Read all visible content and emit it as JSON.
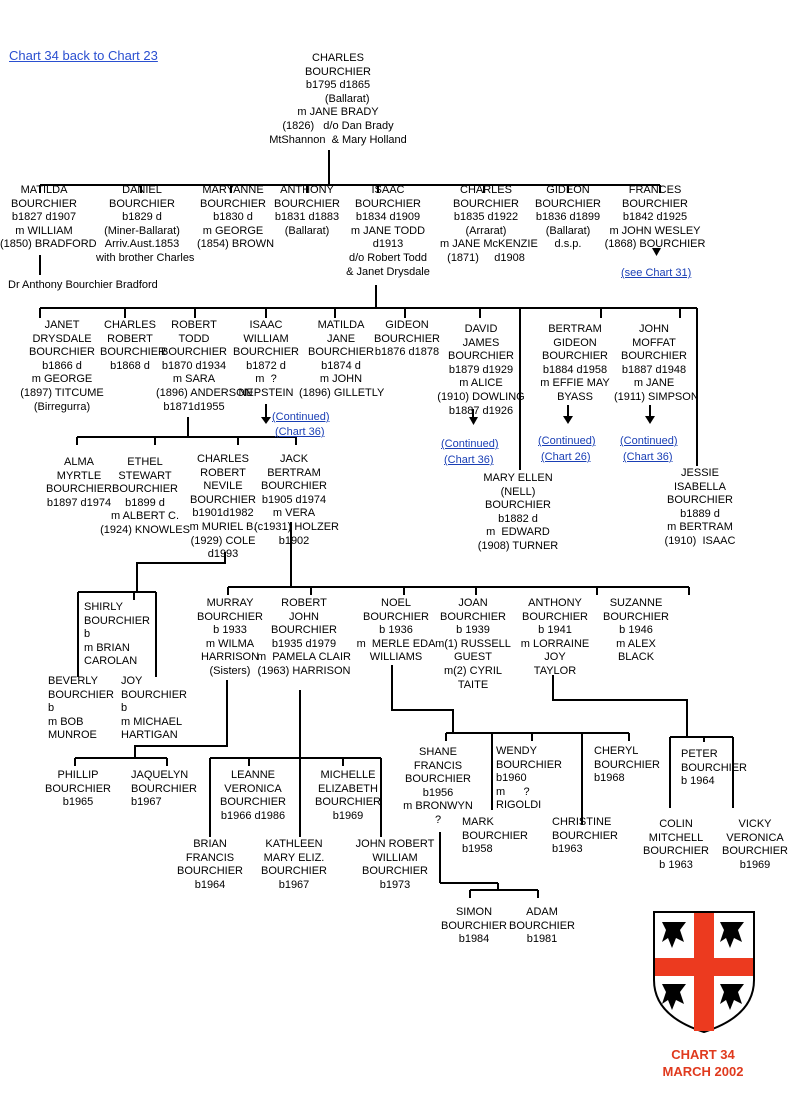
{
  "nav": {
    "back_link": "Chart 34 back to Chart 23"
  },
  "caption": {
    "line1": "CHART 34",
    "line2": "MARCH 2002",
    "color": "#e03a1e"
  },
  "colors": {
    "link": "#1a3fb5",
    "line": "#000000",
    "cross": "#ec3a1f"
  },
  "nodes": {
    "charles_1795": [
      "CHARLES",
      "BOURCHIER",
      "b1795 d1865",
      "      (Ballarat)",
      "m JANE BRADY",
      "(1826)   d/o Dan Brady",
      "MtShannon  & Mary Holland"
    ],
    "matilda_1827": [
      "MATILDA",
      "BOURCHIER",
      "b1827 d1907",
      "m WILLIAM",
      "(1850) BRADFORD"
    ],
    "dr_anthony": [
      "Dr Anthony Bourchier Bradford"
    ],
    "daniel_1829": [
      "DANIEL",
      "BOURCHIER",
      "b1829 d",
      "(Miner-Ballarat)",
      "Arriv.Aust.1853",
      "with brother Charles"
    ],
    "maryanne_1830": [
      "MARYANNE",
      "BOURCHIER",
      "b1830 d",
      "m GEORGE",
      "(1854) BROWN"
    ],
    "anthony_1831": [
      "ANTHONY",
      "BOURCHIER",
      "b1831 d1883",
      "(Ballarat)"
    ],
    "isaac_1834": [
      "ISAAC",
      "BOURCHIER",
      "b1834 d1909",
      "m JANE TODD",
      "d1913",
      "d/o Robert Todd",
      "& Janet Drysdale"
    ],
    "charles_1835": [
      "CHARLES",
      "BOURCHIER",
      "b1835 d1922",
      "(Arrarat)",
      "m JANE McKENZIE",
      "(1871)     d1908"
    ],
    "gideon_1836": [
      "GIDEON",
      "BOURCHIER",
      "b1836 d1899",
      "(Ballarat)",
      "d.s.p."
    ],
    "frances_1842": [
      "FRANCES",
      "BOURCHIER",
      "b1842 d1925",
      "m JOHN WESLEY",
      "(1868) BOURCHIER"
    ],
    "janet_1866": [
      "JANET",
      "DRYSDALE",
      "BOURCHIER",
      "b1866 d",
      "m GEORGE",
      "(1897) TITCUME",
      "(Birregurra)"
    ],
    "charles_1868": [
      "CHARLES",
      "ROBERT",
      "BOURCHIER",
      "b1868 d"
    ],
    "robert_1870": [
      "ROBERT",
      "TODD",
      "BOURCHIER",
      "b1870 d1934",
      "m SARA",
      "(1896) ANDERSON",
      "b1871d1955"
    ],
    "isaac_1872": [
      "ISAAC",
      "WILLIAM",
      "BOURCHIER",
      "b1872 d",
      "m  ?",
      "NEPSTEIN"
    ],
    "matilda_1874": [
      "MATILDA",
      "JANE",
      "BOURCHIER",
      "b1874 d",
      "m JOHN",
      "(1896) GILLETLY"
    ],
    "gideon_1876": [
      "GIDEON",
      "BOURCHIER",
      "b1876 d1878"
    ],
    "david_1879": [
      "DAVID",
      "JAMES",
      "BOURCHIER",
      "b1879 d1929",
      "m ALICE",
      "(1910) DOWLING",
      "b1887 d1926"
    ],
    "bertram_1884": [
      "BERTRAM",
      "GIDEON",
      "BOURCHIER",
      "b1884 d1958",
      "m EFFIE MAY",
      "BYASS"
    ],
    "john_1887": [
      "JOHN",
      "MOFFAT",
      "BOURCHIER",
      "b1887 d1948",
      "m JANE",
      "(1911) SIMPSON"
    ],
    "mary_1882": [
      "MARY ELLEN",
      "(NELL)",
      "BOURCHIER",
      "b1882 d",
      "m  EDWARD",
      "(1908) TURNER"
    ],
    "jessie_1889": [
      "JESSIE",
      "ISABELLA",
      "BOURCHIER",
      "b1889 d",
      "m BERTRAM",
      "(1910)  ISAAC"
    ],
    "alma_1897": [
      "ALMA",
      "MYRTLE",
      "BOURCHIER",
      "b1897 d1974"
    ],
    "ethel_1899": [
      "ETHEL",
      "STEWART",
      "BOURCHIER",
      "b1899 d",
      "m ALBERT C.",
      "(1924) KNOWLES"
    ],
    "charles_1901": [
      "CHARLES",
      "ROBERT",
      "NEVILE",
      "BOURCHIER",
      "b1901d1982",
      "m MURIEL B.",
      "(1929) COLE",
      "d1993"
    ],
    "jack_1905": [
      "JACK",
      "BERTRAM",
      "BOURCHIER",
      "b1905 d1974",
      "m VERA",
      "(c1931) HOLZER",
      "b1902"
    ],
    "shirly": [
      "SHIRLY",
      "BOURCHIER",
      "b",
      "m BRIAN",
      "CAROLAN"
    ],
    "beverly": [
      "BEVERLY",
      "BOURCHIER",
      "b",
      "m BOB",
      "MUNROE"
    ],
    "joy": [
      "JOY",
      "BOURCHIER",
      "b",
      "m MICHAEL",
      "HARTIGAN"
    ],
    "murray_1933": [
      "MURRAY",
      "BOURCHIER",
      "b 1933",
      "m WILMA",
      "HARRISON",
      "(Sisters)"
    ],
    "robert_1935": [
      "ROBERT",
      "JOHN",
      "BOURCHIER",
      "b1935 d1979",
      "m  PAMELA CLAIR",
      "(1963) HARRISON"
    ],
    "noel_1936": [
      "NOEL",
      "BOURCHIER",
      "b 1936",
      "m  MERLE EDA",
      "WILLIAMS"
    ],
    "joan_1939": [
      "JOAN",
      "BOURCHIER",
      "b 1939",
      "m(1) RUSSELL",
      "GUEST",
      "m(2) CYRIL",
      "TAITE"
    ],
    "anthony_1941": [
      "ANTHONY",
      "BOURCHIER",
      "b 1941",
      "m LORRAINE",
      "JOY",
      "TAYLOR"
    ],
    "suzanne_1946": [
      "SUZANNE",
      "BOURCHIER",
      "b 1946",
      "m ALEX",
      "BLACK"
    ],
    "phillip_1965": [
      "PHILLIP",
      "BOURCHIER",
      "b1965"
    ],
    "jaquelyn_1967": [
      "JAQUELYN",
      "BOURCHIER",
      "b1967"
    ],
    "leanne_1966": [
      "LEANNE",
      "VERONICA",
      "BOURCHIER",
      "b1966 d1986"
    ],
    "michelle_1969": [
      "MICHELLE",
      "ELIZABETH",
      "BOURCHIER",
      "b1969"
    ],
    "brian_1964": [
      "BRIAN",
      "FRANCIS",
      "BOURCHIER",
      "b1964"
    ],
    "kathleen_1967": [
      "KATHLEEN",
      "MARY ELIZ.",
      "BOURCHIER",
      "b1967"
    ],
    "john_1973": [
      "JOHN ROBERT",
      "WILLIAM",
      "BOURCHIER",
      "b1973"
    ],
    "shane_1956": [
      "SHANE",
      "FRANCIS",
      "BOURCHIER",
      "b1956",
      "m BRONWYN",
      "?"
    ],
    "wendy_1960": [
      "WENDY",
      "BOURCHIER",
      "b1960",
      "m      ?",
      "RIGOLDI"
    ],
    "cheryl_1968": [
      "CHERYL",
      "BOURCHIER",
      "b1968"
    ],
    "mark_1958": [
      "MARK",
      "BOURCHIER",
      "b1958"
    ],
    "christine_1963": [
      "CHRISTINE",
      "BOURCHIER",
      "b1963"
    ],
    "peter_1964": [
      "PETER",
      "BOURCHIER",
      "b 1964"
    ],
    "colin_1963": [
      "COLIN",
      "MITCHELL",
      "BOURCHIER",
      "b 1963"
    ],
    "vicky_1969": [
      "VICKY",
      "VERONICA",
      "BOURCHIER",
      "b1969"
    ],
    "simon_1984": [
      "SIMON",
      "BOURCHIER",
      "b1984"
    ],
    "adam_1981": [
      "ADAM",
      "BOURCHIER",
      "b1981"
    ]
  },
  "links": {
    "see_chart_31": "(see Chart 31)",
    "continued": "(Continued)",
    "isaac_chart": "(Chart 36)",
    "david_chart": "(Chart 36)",
    "bertram_chart": "(Chart 26)",
    "john_chart": "(Chart 36)"
  }
}
